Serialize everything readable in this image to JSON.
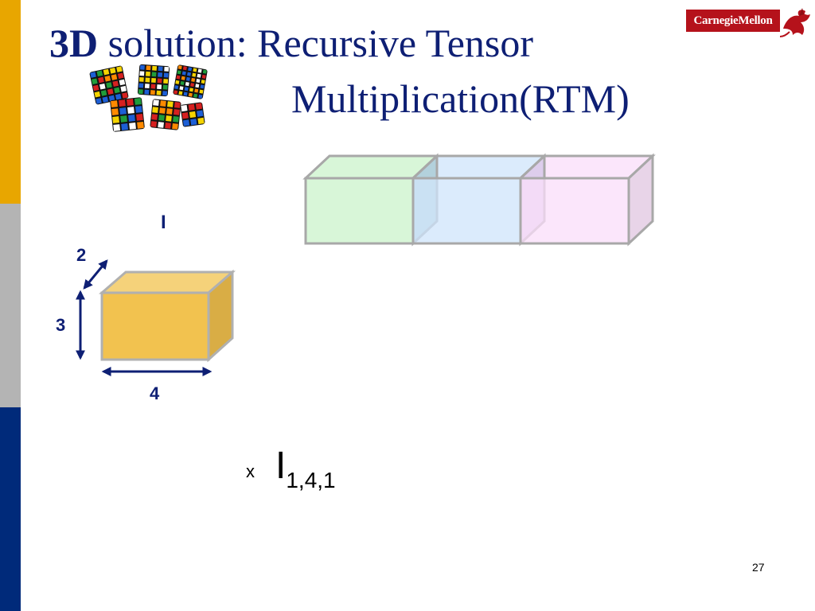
{
  "slide": {
    "title_bold": "3D",
    "title_rest": " solution: Recursive Tensor",
    "title_line2": "Multiplication(RTM)",
    "page_number": "27"
  },
  "logo": {
    "text": "CarnegieMellon",
    "icon": "dragon-icon"
  },
  "decoration": {
    "icon": "rubiks-cubes-icon"
  },
  "diagram": {
    "tensor_label": "I",
    "dim_depth": "2",
    "dim_height": "3",
    "dim_width": "4",
    "operator": "x",
    "tensor_name": "I",
    "tensor_subscript": "1,4,1"
  },
  "colors": {
    "title": "#0e1f74",
    "bar_gold": "#e8a600",
    "bar_gray": "#b4b4b4",
    "bar_blue": "#002a7a",
    "box_orange": "#f2c24f",
    "slice_green": "#d4f5d4",
    "slice_blue": "#cfe4fb",
    "slice_pink": "#f9defa",
    "arrow": "#0e1f74",
    "logo_red": "#b5121b"
  }
}
